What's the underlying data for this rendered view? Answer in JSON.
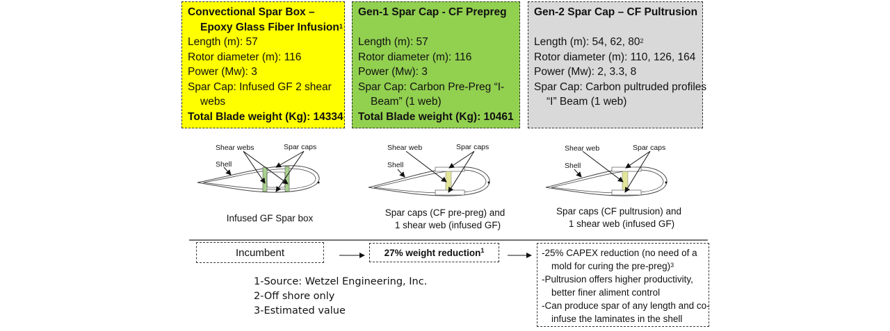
{
  "cards": [
    {
      "title_line1": "Convectional Spar Box  –",
      "title_line2": "Epoxy Glass Fiber Infusion",
      "title_sup": "1",
      "length": "Length (m): 57",
      "rotor": "Rotor diameter (m): 116",
      "power": "Power (Mw): 3",
      "spar_cap_line1": "Spar Cap: Infused GF 2 shear",
      "spar_cap_line2": "webs",
      "weight": "Total Blade weight (Kg): 14334",
      "color": "#ffff00"
    },
    {
      "title_line1": "Gen-1 Spar Cap  - CF Prepreg",
      "length": "Length (m): 57",
      "rotor": "Rotor diameter (m): 116",
      "power": "Power (Mw): 3",
      "spar_cap_line1": "Spar Cap: Carbon Pre-Preg “I-",
      "spar_cap_line2": "Beam” (1 web)",
      "weight": "Total Blade weight (Kg): 10461",
      "color": "#92d050"
    },
    {
      "title_line1": "Gen-2 Spar Cap – CF Pultrusion",
      "length": "Length (m): 54, 62, 80",
      "length_sup": "2",
      "rotor": "Rotor diameter (m): 110, 126, 164",
      "power": "Power (Mw): 2, 3.3, 8",
      "spar_cap_line1": "Spar Cap: Carbon pultruded profiles",
      "spar_cap_line2": "“I” Beam (1 web)",
      "color": "#d9d9d9"
    }
  ],
  "diagrams": [
    {
      "labels": {
        "webs": "Shear webs",
        "caps": "Spar caps",
        "shell": "Shell"
      },
      "caption_line1": "Infused GF Spar box",
      "web_color": "#a9d18e"
    },
    {
      "labels": {
        "webs": "Shear web",
        "caps": "Spar caps",
        "shell": "Shell"
      },
      "caption_line1": "Spar caps (CF pre-preg) and",
      "caption_line2": "1 shear web (infused GF)",
      "web_color": "#e2e59a"
    },
    {
      "labels": {
        "webs": "Shear web",
        "caps": "Spar caps",
        "shell": "Shell"
      },
      "caption_line1": "Spar caps (CF pultrusion) and",
      "caption_line2": "1 shear web (infused GF)",
      "web_color": "#e2e59a"
    }
  ],
  "flow": {
    "incumbent": "Incumbent",
    "reduction": "27% weight reduction",
    "reduction_sup": "1",
    "benefits": [
      {
        "line1": "-25% CAPEX reduction (no need of a",
        "line2": "mold for curing the pre-preg)",
        "sup": "3"
      },
      {
        "line1": "-Pultrusion offers higher productivity,",
        "line2": "better finer aliment control"
      },
      {
        "line1": "-Can produce spar of any length and co-",
        "line2": "infuse the laminates in the shell"
      }
    ]
  },
  "footnotes": [
    "1-Source: Wetzel Engineering, Inc.",
    "2-Off shore only",
    "3-Estimated value"
  ]
}
